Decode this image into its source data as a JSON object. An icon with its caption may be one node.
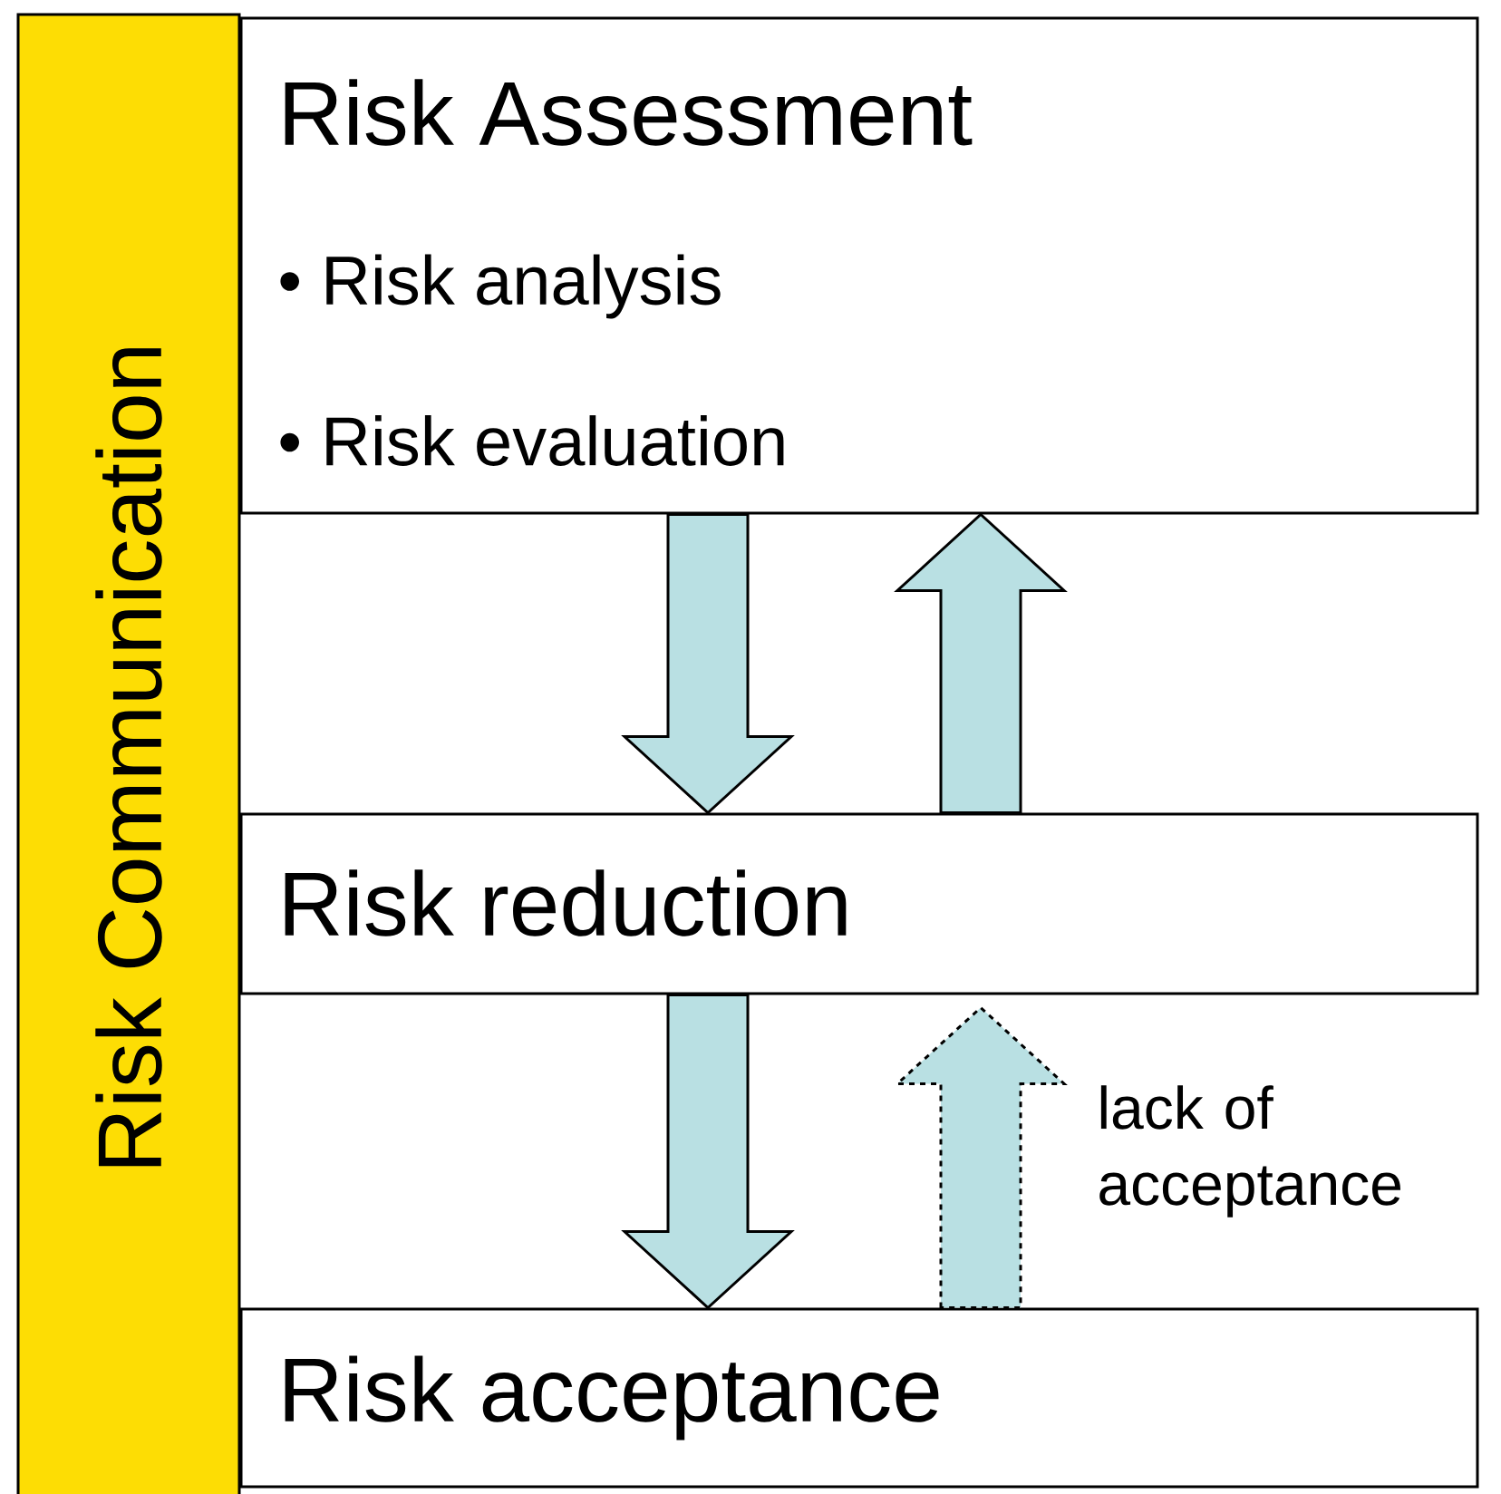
{
  "diagram": {
    "nodes": [
      {
        "text": [
          "Risk Communication"
        ]
      },
      {
        "text": [
          "Risk Assessment",
          "• Risk analysis",
          "• Risk evaluation"
        ]
      },
      {
        "text": [
          "Risk reduction"
        ]
      },
      {
        "text": [
          "Risk acceptance"
        ]
      }
    ],
    "edges": [
      {
        "from": 1,
        "to": 2,
        "arrow": "to"
      },
      {
        "from": 2,
        "to": 1,
        "arrow": "to"
      },
      {
        "from": 2,
        "to": 3,
        "arrow": "to"
      },
      {
        "from": 3,
        "to": 2,
        "arrow": "to",
        "style": "dashed",
        "label": "lack of acceptance"
      }
    ]
  }
}
